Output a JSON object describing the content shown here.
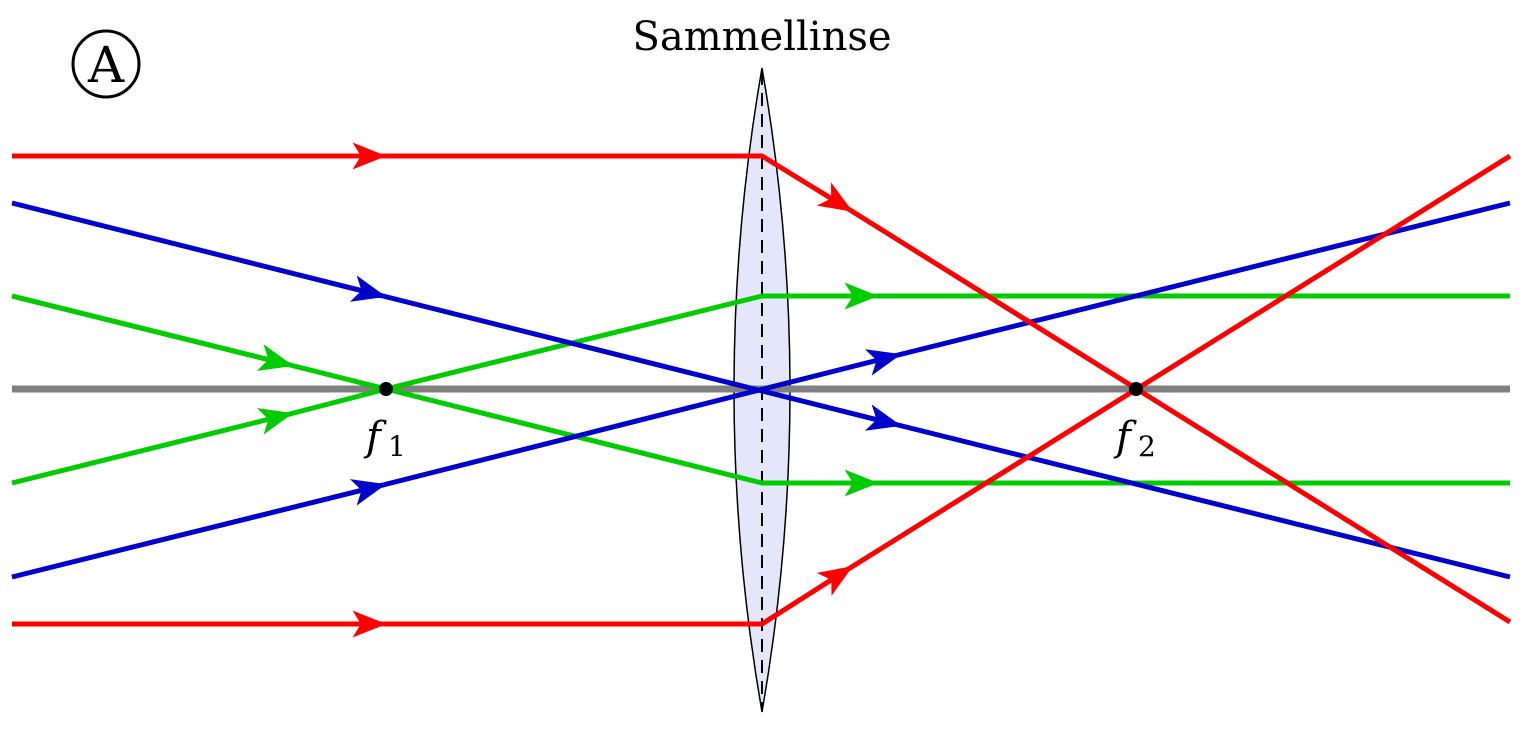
{
  "diagram": {
    "badge": {
      "letter": "A"
    },
    "lens": {
      "label": "Sammellinse",
      "fill_color": "#e4e6fa",
      "stroke_color": "#000000"
    },
    "optical_axis": {
      "color": "#808080"
    },
    "focal_points": [
      {
        "name": "f1",
        "symbol": "f",
        "subscript": "1"
      },
      {
        "name": "f2",
        "symbol": "f",
        "subscript": "2"
      }
    ],
    "rays": [
      {
        "group": "parallel",
        "color": "#ff0000"
      },
      {
        "group": "through-center",
        "color": "#0000cc"
      },
      {
        "group": "through-focus",
        "color": "#00cc00"
      }
    ]
  }
}
